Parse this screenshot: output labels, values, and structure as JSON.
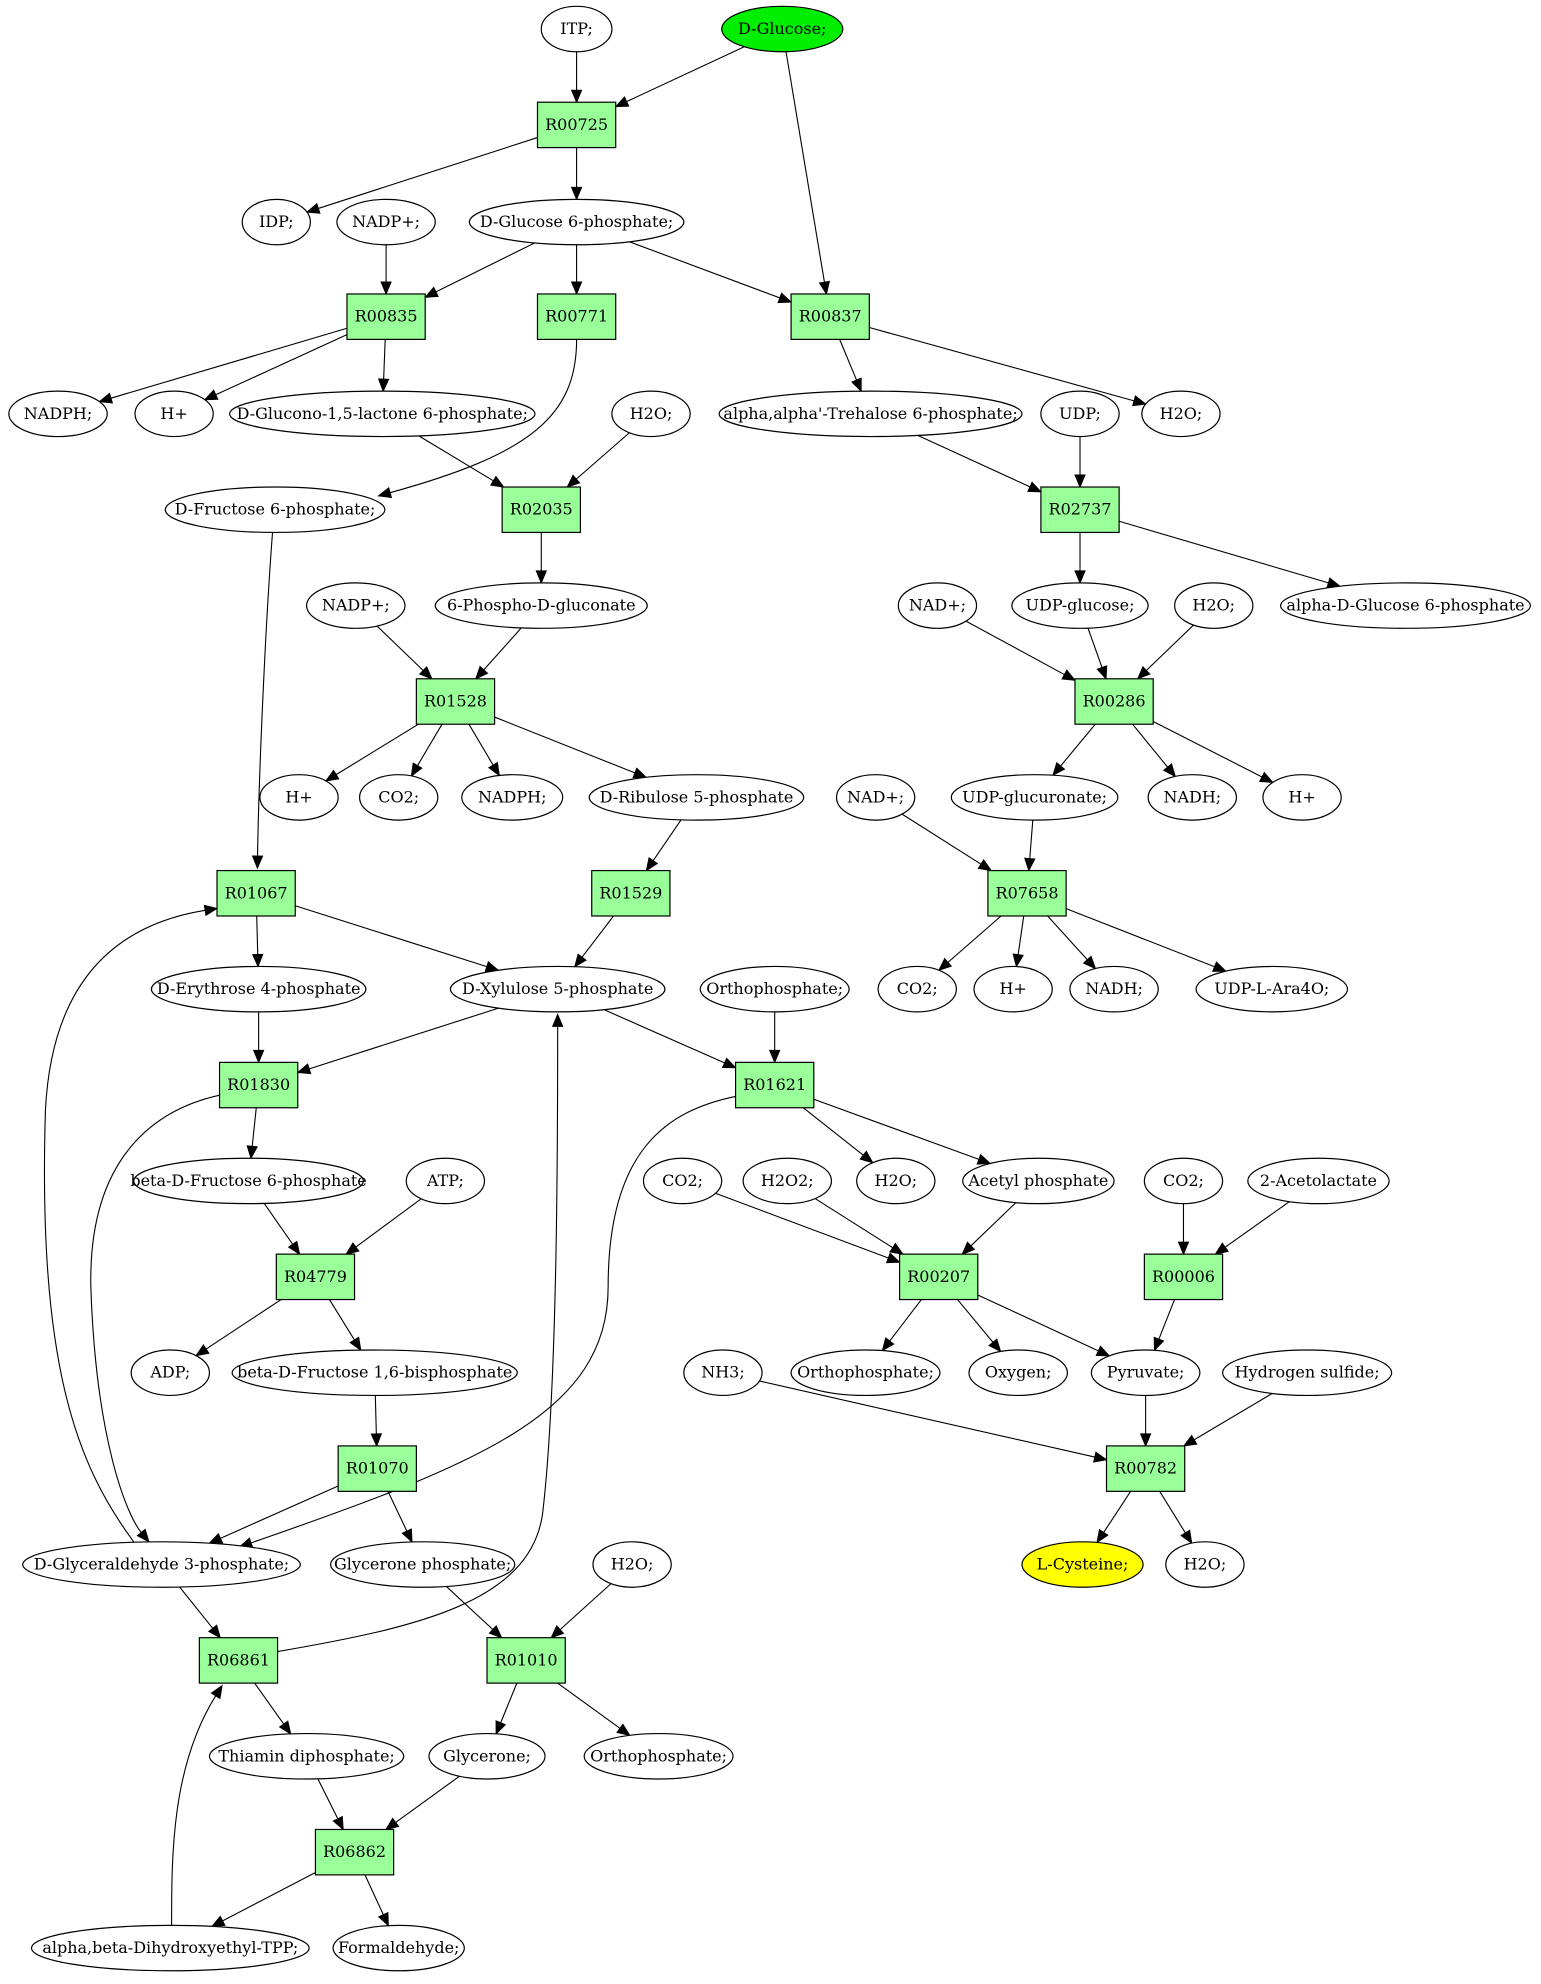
{
  "colors": {
    "reaction_fill": "#99ff99",
    "compound_fill": "#ffffff",
    "source_fill": "#00ee00",
    "target_fill": "#ffff00",
    "stroke": "#000000"
  },
  "nodes": [
    {
      "id": "c_itp",
      "kind": "compound",
      "label": "ITP;"
    },
    {
      "id": "c_dglucose",
      "kind": "compound",
      "label": "D-Glucose;",
      "role": "source"
    },
    {
      "id": "r_r00725",
      "kind": "reaction",
      "label": "R00725"
    },
    {
      "id": "c_idp",
      "kind": "compound",
      "label": "IDP;"
    },
    {
      "id": "c_nadp_1",
      "kind": "compound",
      "label": "NADP+;"
    },
    {
      "id": "c_g6p",
      "kind": "compound",
      "label": "D-Glucose 6-phosphate;"
    },
    {
      "id": "r_r00835",
      "kind": "reaction",
      "label": "R00835"
    },
    {
      "id": "r_r00771",
      "kind": "reaction",
      "label": "R00771"
    },
    {
      "id": "r_r00837",
      "kind": "reaction",
      "label": "R00837"
    },
    {
      "id": "c_nadph_1",
      "kind": "compound",
      "label": "NADPH;"
    },
    {
      "id": "c_hplus_1",
      "kind": "compound",
      "label": "H+"
    },
    {
      "id": "c_glucono",
      "kind": "compound",
      "label": "D-Glucono-1,5-lactone 6-phosphate;"
    },
    {
      "id": "c_h2o_1",
      "kind": "compound",
      "label": "H2O;"
    },
    {
      "id": "c_trehalose6p",
      "kind": "compound",
      "label": "alpha,alpha'-Trehalose 6-phosphate;"
    },
    {
      "id": "c_udp",
      "kind": "compound",
      "label": "UDP;"
    },
    {
      "id": "c_h2o_2",
      "kind": "compound",
      "label": "H2O;"
    },
    {
      "id": "c_f6p",
      "kind": "compound",
      "label": "D-Fructose 6-phosphate;"
    },
    {
      "id": "r_r02035",
      "kind": "reaction",
      "label": "R02035"
    },
    {
      "id": "r_r02737",
      "kind": "reaction",
      "label": "R02737"
    },
    {
      "id": "c_nadp_2",
      "kind": "compound",
      "label": "NADP+;"
    },
    {
      "id": "c_6pg",
      "kind": "compound",
      "label": "6-Phospho-D-gluconate"
    },
    {
      "id": "c_nad_1",
      "kind": "compound",
      "label": "NAD+;"
    },
    {
      "id": "c_udpglucose",
      "kind": "compound",
      "label": "UDP-glucose;"
    },
    {
      "id": "c_h2o_3",
      "kind": "compound",
      "label": "H2O;"
    },
    {
      "id": "c_adg6p",
      "kind": "compound",
      "label": "alpha-D-Glucose 6-phosphate"
    },
    {
      "id": "r_r01528",
      "kind": "reaction",
      "label": "R01528"
    },
    {
      "id": "r_r00286",
      "kind": "reaction",
      "label": "R00286"
    },
    {
      "id": "c_hplus_2",
      "kind": "compound",
      "label": "H+"
    },
    {
      "id": "c_co2_1",
      "kind": "compound",
      "label": "CO2;"
    },
    {
      "id": "c_nadph_2",
      "kind": "compound",
      "label": "NADPH;"
    },
    {
      "id": "c_ru5p",
      "kind": "compound",
      "label": "D-Ribulose 5-phosphate"
    },
    {
      "id": "c_nad_2",
      "kind": "compound",
      "label": "NAD+;"
    },
    {
      "id": "c_udpglucuronate",
      "kind": "compound",
      "label": "UDP-glucuronate;"
    },
    {
      "id": "c_nadh_1",
      "kind": "compound",
      "label": "NADH;"
    },
    {
      "id": "c_hplus_3",
      "kind": "compound",
      "label": "H+"
    },
    {
      "id": "r_r01067",
      "kind": "reaction",
      "label": "R01067"
    },
    {
      "id": "r_r01529",
      "kind": "reaction",
      "label": "R01529"
    },
    {
      "id": "r_r07658",
      "kind": "reaction",
      "label": "R07658"
    },
    {
      "id": "c_e4p",
      "kind": "compound",
      "label": "D-Erythrose 4-phosphate"
    },
    {
      "id": "c_xu5p",
      "kind": "compound",
      "label": "D-Xylulose 5-phosphate"
    },
    {
      "id": "c_orthophosphate_1",
      "kind": "compound",
      "label": "Orthophosphate;"
    },
    {
      "id": "c_co2_2",
      "kind": "compound",
      "label": "CO2;"
    },
    {
      "id": "c_hplus_4",
      "kind": "compound",
      "label": "H+"
    },
    {
      "id": "c_nadh_2",
      "kind": "compound",
      "label": "NADH;"
    },
    {
      "id": "c_udpara",
      "kind": "compound",
      "label": "UDP-L-Ara4O;"
    },
    {
      "id": "r_r01830",
      "kind": "reaction",
      "label": "R01830"
    },
    {
      "id": "r_r01621",
      "kind": "reaction",
      "label": "R01621"
    },
    {
      "id": "c_bf6p",
      "kind": "compound",
      "label": "beta-D-Fructose 6-phosphate"
    },
    {
      "id": "c_atp",
      "kind": "compound",
      "label": "ATP;"
    },
    {
      "id": "c_co2_3",
      "kind": "compound",
      "label": "CO2;"
    },
    {
      "id": "c_h2o2",
      "kind": "compound",
      "label": "H2O2;"
    },
    {
      "id": "c_h2o_4",
      "kind": "compound",
      "label": "H2O;"
    },
    {
      "id": "c_acetylp",
      "kind": "compound",
      "label": "Acetyl phosphate"
    },
    {
      "id": "c_co2_4",
      "kind": "compound",
      "label": "CO2;"
    },
    {
      "id": "c_acetolactate",
      "kind": "compound",
      "label": "2-Acetolactate"
    },
    {
      "id": "r_r04779",
      "kind": "reaction",
      "label": "R04779"
    },
    {
      "id": "r_r00207",
      "kind": "reaction",
      "label": "R00207"
    },
    {
      "id": "r_r00006",
      "kind": "reaction",
      "label": "R00006"
    },
    {
      "id": "c_adp",
      "kind": "compound",
      "label": "ADP;"
    },
    {
      "id": "c_fbp",
      "kind": "compound",
      "label": "beta-D-Fructose 1,6-bisphosphate"
    },
    {
      "id": "c_nh3",
      "kind": "compound",
      "label": "NH3;"
    },
    {
      "id": "c_orthophosphate_2",
      "kind": "compound",
      "label": "Orthophosphate;"
    },
    {
      "id": "c_oxygen",
      "kind": "compound",
      "label": "Oxygen;"
    },
    {
      "id": "c_pyruvate",
      "kind": "compound",
      "label": "Pyruvate;"
    },
    {
      "id": "c_h2s",
      "kind": "compound",
      "label": "Hydrogen sulfide;"
    },
    {
      "id": "r_r01070",
      "kind": "reaction",
      "label": "R01070"
    },
    {
      "id": "r_r00782",
      "kind": "reaction",
      "label": "R00782"
    },
    {
      "id": "c_ga3p",
      "kind": "compound",
      "label": "D-Glyceraldehyde 3-phosphate;"
    },
    {
      "id": "c_dhap",
      "kind": "compound",
      "label": "Glycerone phosphate;"
    },
    {
      "id": "c_h2o_5",
      "kind": "compound",
      "label": "H2O;"
    },
    {
      "id": "c_lcysteine",
      "kind": "compound",
      "label": "L-Cysteine;",
      "role": "target"
    },
    {
      "id": "c_h2o_6",
      "kind": "compound",
      "label": "H2O;"
    },
    {
      "id": "r_r06861",
      "kind": "reaction",
      "label": "R06861"
    },
    {
      "id": "r_r01010",
      "kind": "reaction",
      "label": "R01010"
    },
    {
      "id": "c_thiamin",
      "kind": "compound",
      "label": "Thiamin diphosphate;"
    },
    {
      "id": "c_glycerone",
      "kind": "compound",
      "label": "Glycerone;"
    },
    {
      "id": "c_orthophosphate_3",
      "kind": "compound",
      "label": "Orthophosphate;"
    },
    {
      "id": "r_r06862",
      "kind": "reaction",
      "label": "R06862"
    },
    {
      "id": "c_dhetpp",
      "kind": "compound",
      "label": "alpha,beta-Dihydroxyethyl-TPP;"
    },
    {
      "id": "c_formaldehyde",
      "kind": "compound",
      "label": "Formaldehyde;"
    }
  ],
  "edges": [
    {
      "from": "c_itp",
      "to": "r_r00725"
    },
    {
      "from": "c_dglucose",
      "to": "r_r00725"
    },
    {
      "from": "c_dglucose",
      "to": "r_r00837"
    },
    {
      "from": "r_r00725",
      "to": "c_idp"
    },
    {
      "from": "r_r00725",
      "to": "c_g6p"
    },
    {
      "from": "c_nadp_1",
      "to": "r_r00835"
    },
    {
      "from": "c_g6p",
      "to": "r_r00835"
    },
    {
      "from": "c_g6p",
      "to": "r_r00771"
    },
    {
      "from": "c_g6p",
      "to": "r_r00837"
    },
    {
      "from": "r_r00835",
      "to": "c_nadph_1"
    },
    {
      "from": "r_r00835",
      "to": "c_hplus_1"
    },
    {
      "from": "r_r00835",
      "to": "c_glucono"
    },
    {
      "from": "r_r00771",
      "to": "c_f6p"
    },
    {
      "from": "r_r00837",
      "to": "c_trehalose6p"
    },
    {
      "from": "r_r00837",
      "to": "c_h2o_2"
    },
    {
      "from": "c_glucono",
      "to": "r_r02035"
    },
    {
      "from": "c_h2o_1",
      "to": "r_r02035"
    },
    {
      "from": "r_r02035",
      "to": "c_6pg"
    },
    {
      "from": "c_trehalose6p",
      "to": "r_r02737"
    },
    {
      "from": "c_udp",
      "to": "r_r02737"
    },
    {
      "from": "r_r02737",
      "to": "c_udpglucose"
    },
    {
      "from": "r_r02737",
      "to": "c_adg6p"
    },
    {
      "from": "c_nadp_2",
      "to": "r_r01528"
    },
    {
      "from": "c_6pg",
      "to": "r_r01528"
    },
    {
      "from": "r_r01528",
      "to": "c_hplus_2"
    },
    {
      "from": "r_r01528",
      "to": "c_co2_1"
    },
    {
      "from": "r_r01528",
      "to": "c_nadph_2"
    },
    {
      "from": "r_r01528",
      "to": "c_ru5p"
    },
    {
      "from": "c_nad_1",
      "to": "r_r00286"
    },
    {
      "from": "c_udpglucose",
      "to": "r_r00286"
    },
    {
      "from": "c_h2o_3",
      "to": "r_r00286"
    },
    {
      "from": "r_r00286",
      "to": "c_udpglucuronate"
    },
    {
      "from": "r_r00286",
      "to": "c_nadh_1"
    },
    {
      "from": "r_r00286",
      "to": "c_hplus_3"
    },
    {
      "from": "c_f6p",
      "to": "r_r01067"
    },
    {
      "from": "c_ru5p",
      "to": "r_r01529"
    },
    {
      "from": "c_nad_2",
      "to": "r_r07658"
    },
    {
      "from": "c_udpglucuronate",
      "to": "r_r07658"
    },
    {
      "from": "r_r07658",
      "to": "c_co2_2"
    },
    {
      "from": "r_r07658",
      "to": "c_hplus_4"
    },
    {
      "from": "r_r07658",
      "to": "c_nadh_2"
    },
    {
      "from": "r_r07658",
      "to": "c_udpara"
    },
    {
      "from": "r_r01067",
      "to": "c_e4p"
    },
    {
      "from": "r_r01067",
      "to": "c_xu5p"
    },
    {
      "from": "r_r01529",
      "to": "c_xu5p"
    },
    {
      "from": "c_e4p",
      "to": "r_r01830"
    },
    {
      "from": "c_xu5p",
      "to": "r_r01830"
    },
    {
      "from": "c_xu5p",
      "to": "r_r01621"
    },
    {
      "from": "c_orthophosphate_1",
      "to": "r_r01621"
    },
    {
      "from": "r_r01830",
      "to": "c_bf6p"
    },
    {
      "from": "r_r01830",
      "to": "c_ga3p"
    },
    {
      "from": "r_r01621",
      "to": "c_h2o_4"
    },
    {
      "from": "r_r01621",
      "to": "c_acetylp"
    },
    {
      "from": "r_r01621",
      "to": "c_ga3p"
    },
    {
      "from": "c_bf6p",
      "to": "r_r04779"
    },
    {
      "from": "c_atp",
      "to": "r_r04779"
    },
    {
      "from": "r_r04779",
      "to": "c_adp"
    },
    {
      "from": "r_r04779",
      "to": "c_fbp"
    },
    {
      "from": "c_co2_3",
      "to": "r_r00207"
    },
    {
      "from": "c_h2o2",
      "to": "r_r00207"
    },
    {
      "from": "c_acetylp",
      "to": "r_r00207"
    },
    {
      "from": "r_r00207",
      "to": "c_orthophosphate_2"
    },
    {
      "from": "r_r00207",
      "to": "c_oxygen"
    },
    {
      "from": "r_r00207",
      "to": "c_pyruvate"
    },
    {
      "from": "c_co2_4",
      "to": "r_r00006"
    },
    {
      "from": "c_acetolactate",
      "to": "r_r00006"
    },
    {
      "from": "r_r00006",
      "to": "c_pyruvate"
    },
    {
      "from": "c_fbp",
      "to": "r_r01070"
    },
    {
      "from": "r_r01070",
      "to": "c_ga3p"
    },
    {
      "from": "r_r01070",
      "to": "c_dhap"
    },
    {
      "from": "c_nh3",
      "to": "r_r00782"
    },
    {
      "from": "c_pyruvate",
      "to": "r_r00782"
    },
    {
      "from": "c_h2s",
      "to": "r_r00782"
    },
    {
      "from": "r_r00782",
      "to": "c_lcysteine"
    },
    {
      "from": "r_r00782",
      "to": "c_h2o_6"
    },
    {
      "from": "c_ga3p",
      "to": "r_r01067"
    },
    {
      "from": "c_ga3p",
      "to": "r_r06861"
    },
    {
      "from": "r_r06861",
      "to": "c_xu5p"
    },
    {
      "from": "r_r06861",
      "to": "c_thiamin"
    },
    {
      "from": "c_dhap",
      "to": "r_r01010"
    },
    {
      "from": "c_h2o_5",
      "to": "r_r01010"
    },
    {
      "from": "r_r01010",
      "to": "c_glycerone"
    },
    {
      "from": "r_r01010",
      "to": "c_orthophosphate_3"
    },
    {
      "from": "c_thiamin",
      "to": "r_r06862"
    },
    {
      "from": "c_glycerone",
      "to": "r_r06862"
    },
    {
      "from": "r_r06862",
      "to": "c_dhetpp"
    },
    {
      "from": "r_r06862",
      "to": "c_formaldehyde"
    },
    {
      "from": "c_dhetpp",
      "to": "r_r06861"
    }
  ]
}
